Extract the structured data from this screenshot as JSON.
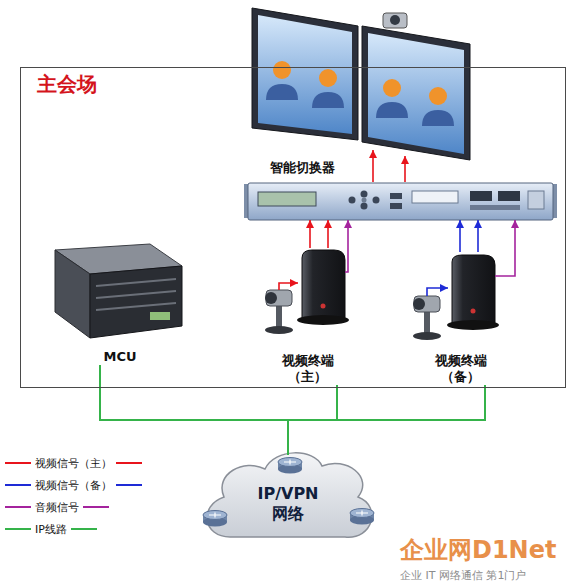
{
  "diagram": {
    "nodes": [
      {
        "text": [
          "主会场"
        ]
      },
      {
        "text": [
          "智能切换器"
        ],
        "in": 0
      },
      {
        "text": [
          "MCU"
        ],
        "in": 0
      },
      {
        "text": [
          "视频终端 （主）"
        ],
        "in": 0
      },
      {
        "text": [
          "视频终端 （备）"
        ],
        "in": 0
      },
      {
        "text": [
          "IP/VPN 网络"
        ]
      }
    ],
    "edges": [
      {
        "from": 3,
        "to": 1,
        "arrow": "to"
      },
      {
        "from": 3,
        "to": 1,
        "arrow": "to"
      },
      {
        "from": 3,
        "to": 1,
        "arrow": "to"
      },
      {
        "from": 4,
        "to": 1,
        "arrow": "to"
      },
      {
        "from": 4,
        "to": 1,
        "arrow": "to"
      },
      {
        "from": 4,
        "to": 1,
        "arrow": "to"
      },
      {
        "from": 2,
        "to": 5,
        "arrow": "none"
      },
      {
        "from": 3,
        "to": 5,
        "arrow": "none"
      },
      {
        "from": 4,
        "to": 5,
        "arrow": "none"
      }
    ],
    "labels": [
      "企业网D1Net",
      "企业 IT 网络通信 第1门户"
    ],
    "legend": [
      {
        "text": "视频信号（主）"
      },
      {
        "text": "视频信号（备）"
      },
      {
        "text": "音频信号"
      },
      {
        "text": "IP线路"
      }
    ]
  }
}
